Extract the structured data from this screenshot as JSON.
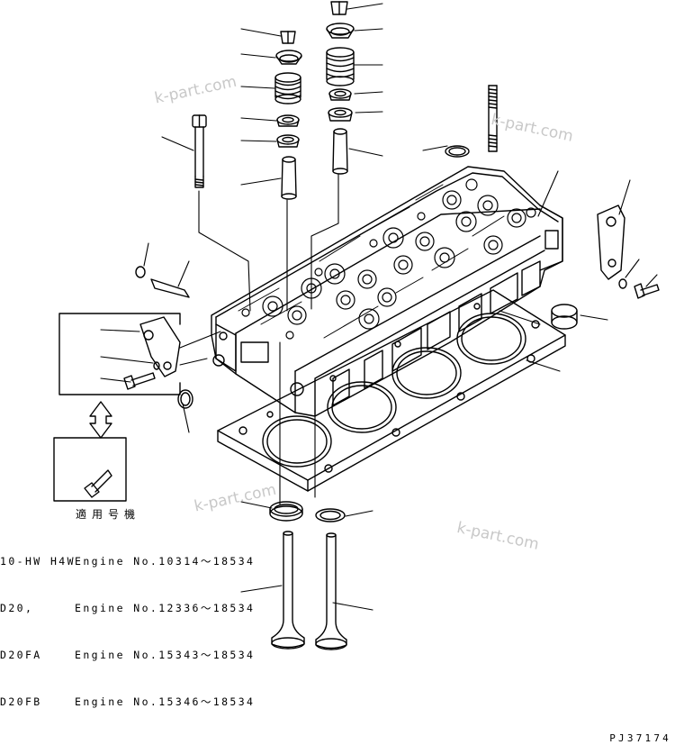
{
  "watermarks": [
    "k-part.com",
    "k-part.com",
    "k-part.com",
    "k-part.com"
  ],
  "applicability": {
    "title": "適用号機",
    "rows": [
      {
        "model": "10-HW H4W",
        "serial": "Engine No.10314〜18534"
      },
      {
        "model": "D20,",
        "serial": "Engine No.12336〜18534"
      },
      {
        "model": "D20FA",
        "serial": "Engine No.15343〜18534"
      },
      {
        "model": "D20FB",
        "serial": "Engine No.15346〜18534"
      }
    ]
  },
  "document_number": "PJ37174"
}
